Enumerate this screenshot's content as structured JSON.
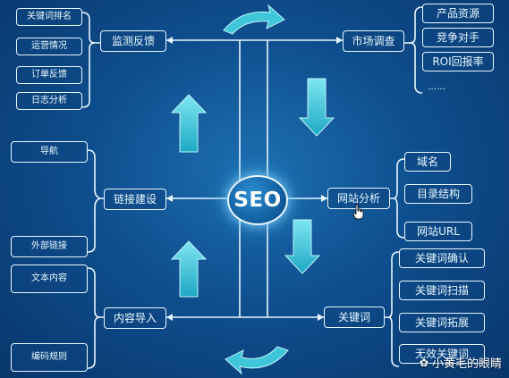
{
  "center": {
    "label": "SEO"
  },
  "monitor": {
    "label": "监测反馈",
    "items": [
      "关键词排名",
      "运营情况",
      "订单反馈",
      "日志分析"
    ]
  },
  "market": {
    "label": "市场调查",
    "items": [
      "产品资源",
      "竞争对手",
      "ROI回报率",
      "……"
    ]
  },
  "links": {
    "label": "链接建设",
    "items": [
      "导航",
      "外部链接"
    ]
  },
  "site": {
    "label": "网站分析",
    "items": [
      "域名",
      "目录结构",
      "网站URL"
    ]
  },
  "content": {
    "label": "内容导入",
    "items": [
      "文本内容",
      "编码规则"
    ]
  },
  "keywords": {
    "label": "关键词",
    "items": [
      "关键词确认",
      "关键词扫描",
      "关键词拓展",
      "无效关键词"
    ]
  },
  "watermark": {
    "text": "小黄毛的眼睛"
  },
  "colors": {
    "line": "#e6f6ff",
    "arrow_fill": "#3fc6d9",
    "background_dark": "#08366b",
    "background_light": "#1d6fb0"
  }
}
